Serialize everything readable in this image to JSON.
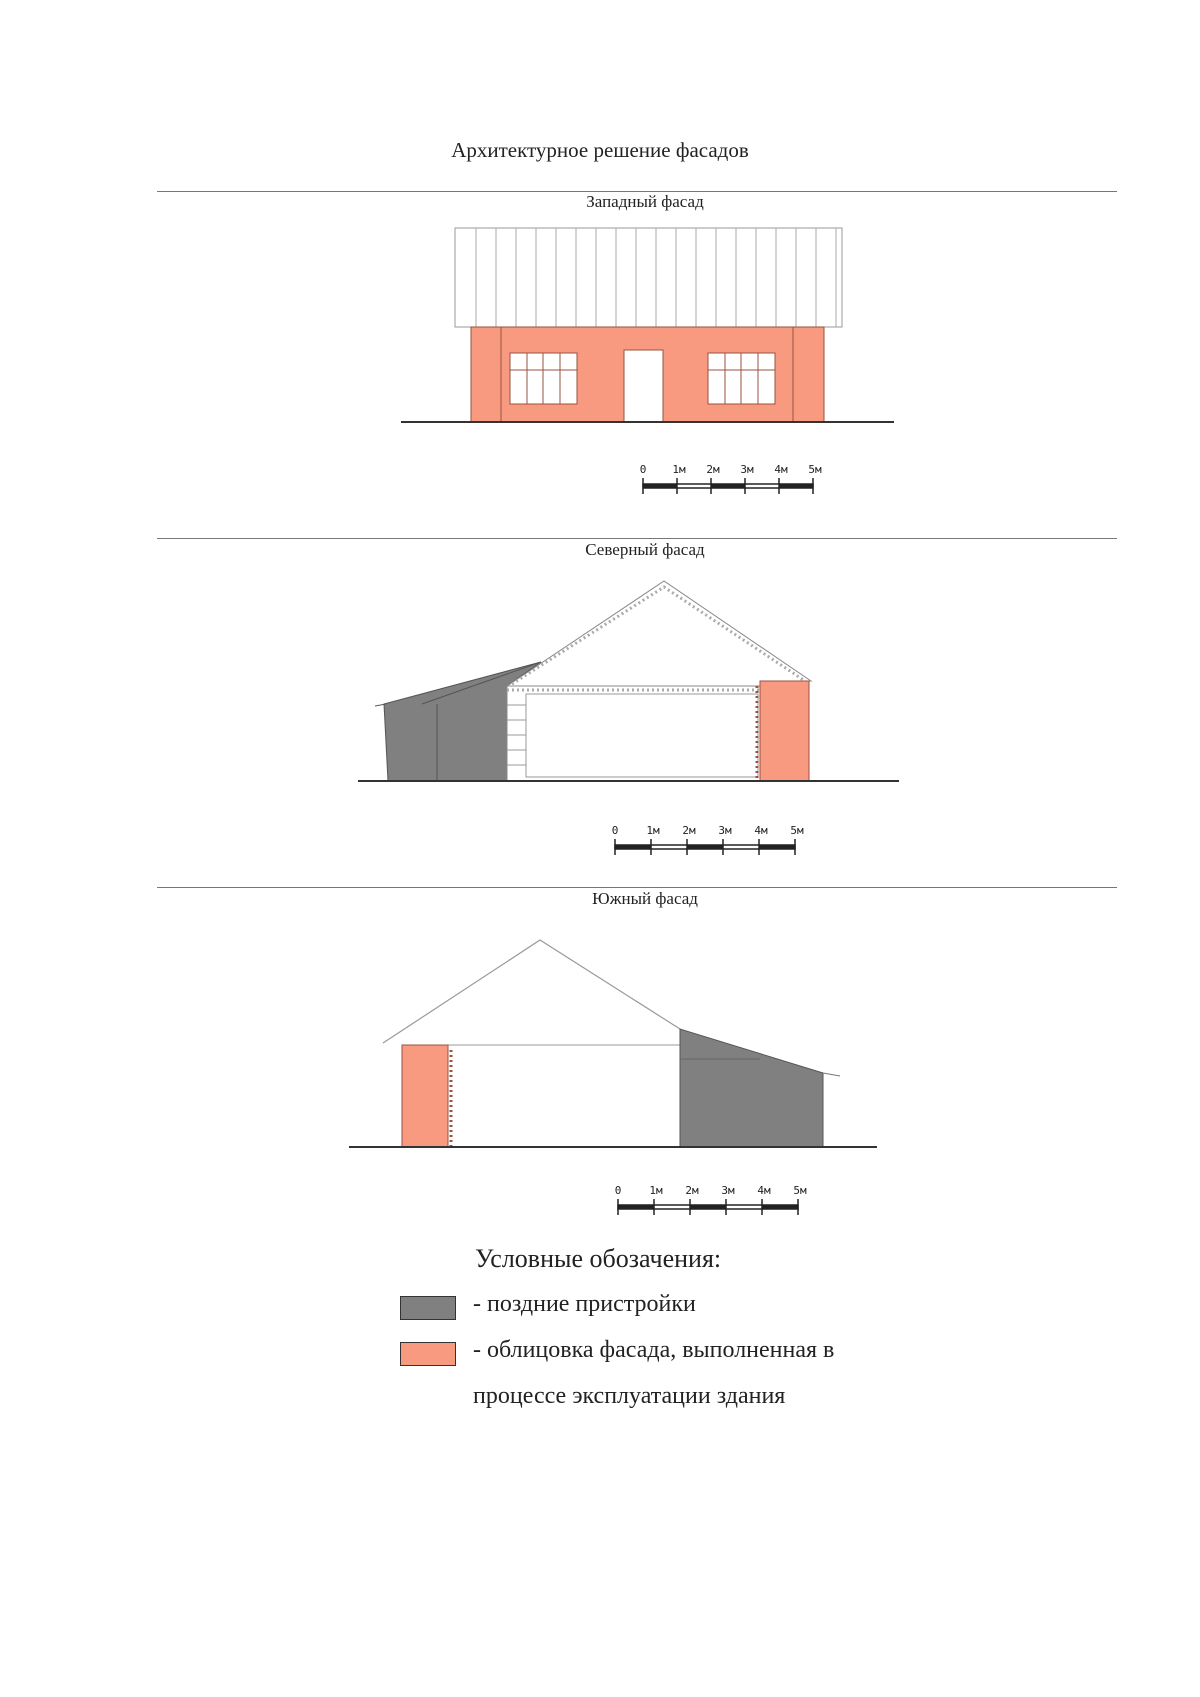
{
  "title": "Архитектурное решение фасадов",
  "sections": [
    {
      "title": "Западный фасад"
    },
    {
      "title": "Северный фасад"
    },
    {
      "title": "Южный фасад"
    }
  ],
  "scale_labels": [
    "0",
    "1м",
    "2м",
    "3м",
    "4м",
    "5м"
  ],
  "legend": {
    "title": "Условные обозачения:",
    "items": [
      {
        "text": "- поздние пристройки",
        "color": "#808080"
      },
      {
        "text": "- облицовка фасада, выполненная в",
        "color": "#f89a80"
      }
    ],
    "continuation": "процессе эксплуатации здания"
  },
  "colors": {
    "cladding": "#f89a80",
    "annex": "#808080",
    "line": "#555555"
  }
}
